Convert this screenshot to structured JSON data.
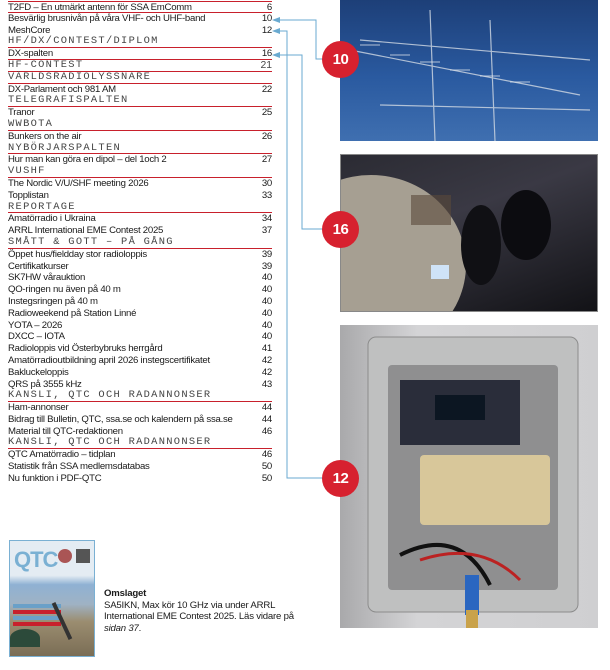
{
  "toc": [
    {
      "type": "item",
      "title": "T2FD  –  En utmärkt antenn för SSA EmComm",
      "page": "6"
    },
    {
      "type": "item",
      "title": "Besvärlig brusnivån på våra VHF- och UHF-band",
      "page": "10"
    },
    {
      "type": "item",
      "title": "MeshCore",
      "page": "12"
    },
    {
      "type": "head",
      "title": "HF/DX/CONTEST/DIPLOM",
      "page": ""
    },
    {
      "type": "item",
      "title": "DX-spalten",
      "page": "16"
    },
    {
      "type": "head",
      "title": "HF-CONTEST",
      "page": "21"
    },
    {
      "type": "head",
      "title": "VÄRLDSRADIOLYSSNARE",
      "page": ""
    },
    {
      "type": "item",
      "title": "DX-Parlament och 981 AM",
      "page": "22"
    },
    {
      "type": "head",
      "title": "TELEGRAFISPALTEN",
      "page": ""
    },
    {
      "type": "item",
      "title": "Tranor",
      "page": "25"
    },
    {
      "type": "head",
      "title": "WWBOTA",
      "page": ""
    },
    {
      "type": "item",
      "title": "Bunkers on the air",
      "page": "26"
    },
    {
      "type": "head",
      "title": "NYBÖRJARSPALTEN",
      "page": ""
    },
    {
      "type": "item",
      "title": "Hur man kan göra en dipol  –  del 1och 2",
      "page": "27"
    },
    {
      "type": "head",
      "title": "VUSHF",
      "page": ""
    },
    {
      "type": "item",
      "title": "The Nordic V/U/SHF meeting 2026",
      "page": "30"
    },
    {
      "type": "item",
      "title": "Topplistan",
      "page": "33"
    },
    {
      "type": "head",
      "title": "REPORTAGE",
      "page": ""
    },
    {
      "type": "item",
      "title": "Amatörradio i Ukraina",
      "page": "34"
    },
    {
      "type": "item",
      "title": "ARRL International EME Contest 2025",
      "page": "37"
    },
    {
      "type": "head",
      "title": "SMÅTT & GOTT – PÅ GÅNG",
      "page": ""
    },
    {
      "type": "item",
      "title": "Öppet hus/fieldday stor radioloppis",
      "page": "39"
    },
    {
      "type": "item",
      "title": "Certifikatkurser",
      "page": "39"
    },
    {
      "type": "item",
      "title": "SK7HW vårauktion",
      "page": "40"
    },
    {
      "type": "item",
      "title": "QO-ringen nu även på 40 m",
      "page": "40"
    },
    {
      "type": "item",
      "title": "Instegsringen på 40 m",
      "page": "40"
    },
    {
      "type": "item",
      "title": "Radioweekend på Station Linné",
      "page": "40"
    },
    {
      "type": "item",
      "title": "YOTA  –  2026",
      "page": "40"
    },
    {
      "type": "item",
      "title": "DXCC  –  IOTA",
      "page": "40"
    },
    {
      "type": "item",
      "title": "Radioloppis vid Österbybruks herrgård",
      "page": "41"
    },
    {
      "type": "item",
      "title": "Amatörradioutbildning april 2026 instegscertifikatet",
      "page": "42"
    },
    {
      "type": "item",
      "title": "Bakluckeloppis",
      "page": "42"
    },
    {
      "type": "item",
      "title": "QRS på 3555 kHz",
      "page": "43"
    },
    {
      "type": "head",
      "title": "KANSLI, QTC OCH RADANNONSER",
      "page": ""
    },
    {
      "type": "item",
      "title": "Ham-annonser",
      "page": "44"
    },
    {
      "type": "item",
      "title": "Bidrag till Bulletin, QTC, ssa.se och kalendern på ssa.se",
      "page": "44"
    },
    {
      "type": "item",
      "title": "Material till QTC-redaktionen",
      "page": "46"
    },
    {
      "type": "head",
      "title": "KANSLI, QTC OCH RADANNONSER",
      "page": ""
    },
    {
      "type": "item",
      "title": "QTC Amatörradio  –  tidplan",
      "page": "46"
    },
    {
      "type": "item",
      "title": "Statistik från SSA medlemsdatabas",
      "page": "50"
    },
    {
      "type": "item",
      "title": "Nu funktion i PDF-QTC",
      "page": "50"
    }
  ],
  "callouts": [
    "10",
    "16",
    "12"
  ],
  "cover": {
    "logo": "QTC",
    "caption_title": "Omslaget",
    "caption_text": "SA5IKN, Max kör 10 GHz via under ARRL International EME Contest 2025. Läs vidare på ",
    "caption_ref": "sidan 37",
    "caption_end": "."
  },
  "colors": {
    "accent_red": "#d7212f",
    "rule_red": "#c8202c",
    "connector_blue": "#6aaad0"
  }
}
